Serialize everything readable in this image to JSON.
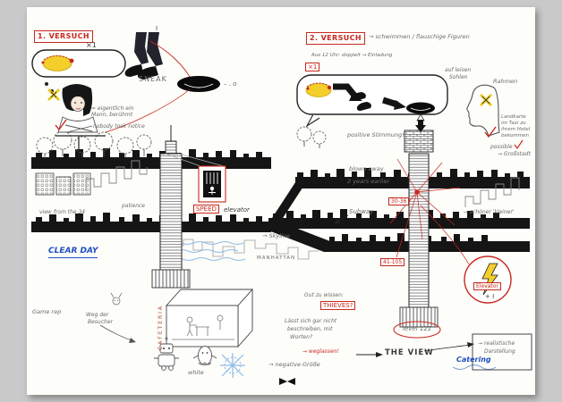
{
  "colors": {
    "bg": "#c9c9c9",
    "paper": "#fdfdfa",
    "red": "#c8281e",
    "blue": "#1f4fc0",
    "lightblue": "#8fbce8",
    "yellow": "#f2cf2a",
    "ink": "#2a2a2a"
  },
  "attempt1": {
    "badge": "1. VERSUCH",
    "multiplier": "×1",
    "leg_mark": "I",
    "sneak": "SNEAK",
    "hole_note": "– . o",
    "persona_note": "= eigentlich ein Mann, berühmt",
    "notice_note": "nobody took notice"
  },
  "attempt2": {
    "badge": "2. VERSUCH",
    "heading_note": "→ schwimmen / flauschige Figuren",
    "timing_note": "Aus 12 Uhr: doppelt → Einladung",
    "multiplier": "×1",
    "soles_note_1": "auf leisen",
    "soles_note_2": "Sohlen"
  },
  "left_area": {
    "view_note": "view from the 34",
    "clear_day": "CLEAR DAY",
    "patience": "patience",
    "game_rep": "Game rep",
    "path_note_1": "Weg der",
    "path_note_2": "Besucher"
  },
  "center_area": {
    "speed": "SPEED",
    "elevator": "elevator",
    "skyline_note": "→ Skyline",
    "manhattan": "MANHATTAN",
    "subway": "Subway",
    "cafeteria": "CAFETERIA",
    "white_note": "white",
    "negative_note": "→ negative Größe"
  },
  "right_area": {
    "rahmen": "Rahmen",
    "map_note_1": "Landkarte",
    "map_note_2": "im Taxi zu",
    "map_note_3": "ihrem Hotel",
    "map_note_4": "bekommen",
    "possible": "possible",
    "mood_note": "positive Stimmung!",
    "blown_note": "blown away",
    "years_note": "2 years earlier",
    "city_note": "→ Großstadt",
    "nicer_note": "→ schöner 'kleiner'",
    "floors_chip_a": "30-36",
    "floors_chip_b": "41-105",
    "elevator_chip": "Elevator",
    "plus_note": "+ I",
    "level_note": "level 121",
    "view_title": "THE VIEW",
    "realistic_note_1": "→ realistische",
    "realistic_note_2": "Darstellung",
    "catering": "Catering"
  },
  "bottom_area": {
    "know_note": "Gut zu wissen:",
    "thieves_chip": "THIEVES?",
    "describe_note_1": "Lässt sich gar nicht",
    "describe_note_2": "beschreiben, mit",
    "describe_note_3": "Worten?",
    "omit_note": "→ weglassen!"
  }
}
